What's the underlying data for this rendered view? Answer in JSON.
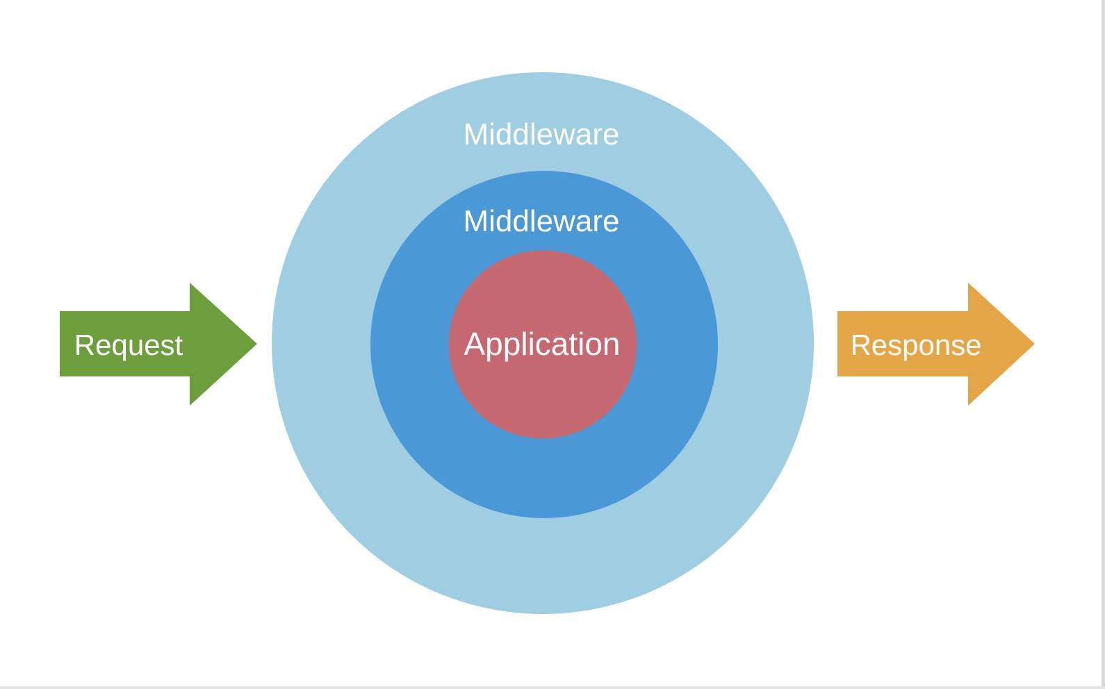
{
  "diagram": {
    "outer_layer": {
      "label": "Middleware",
      "color": "#9fcde2"
    },
    "inner_layer": {
      "label": "Middleware",
      "color": "#4a98d6"
    },
    "core": {
      "label": "Application",
      "color": "#c56870"
    },
    "input_arrow": {
      "label": "Request",
      "color": "#6c9e3c"
    },
    "output_arrow": {
      "label": "Response",
      "color": "#e4a547"
    }
  }
}
